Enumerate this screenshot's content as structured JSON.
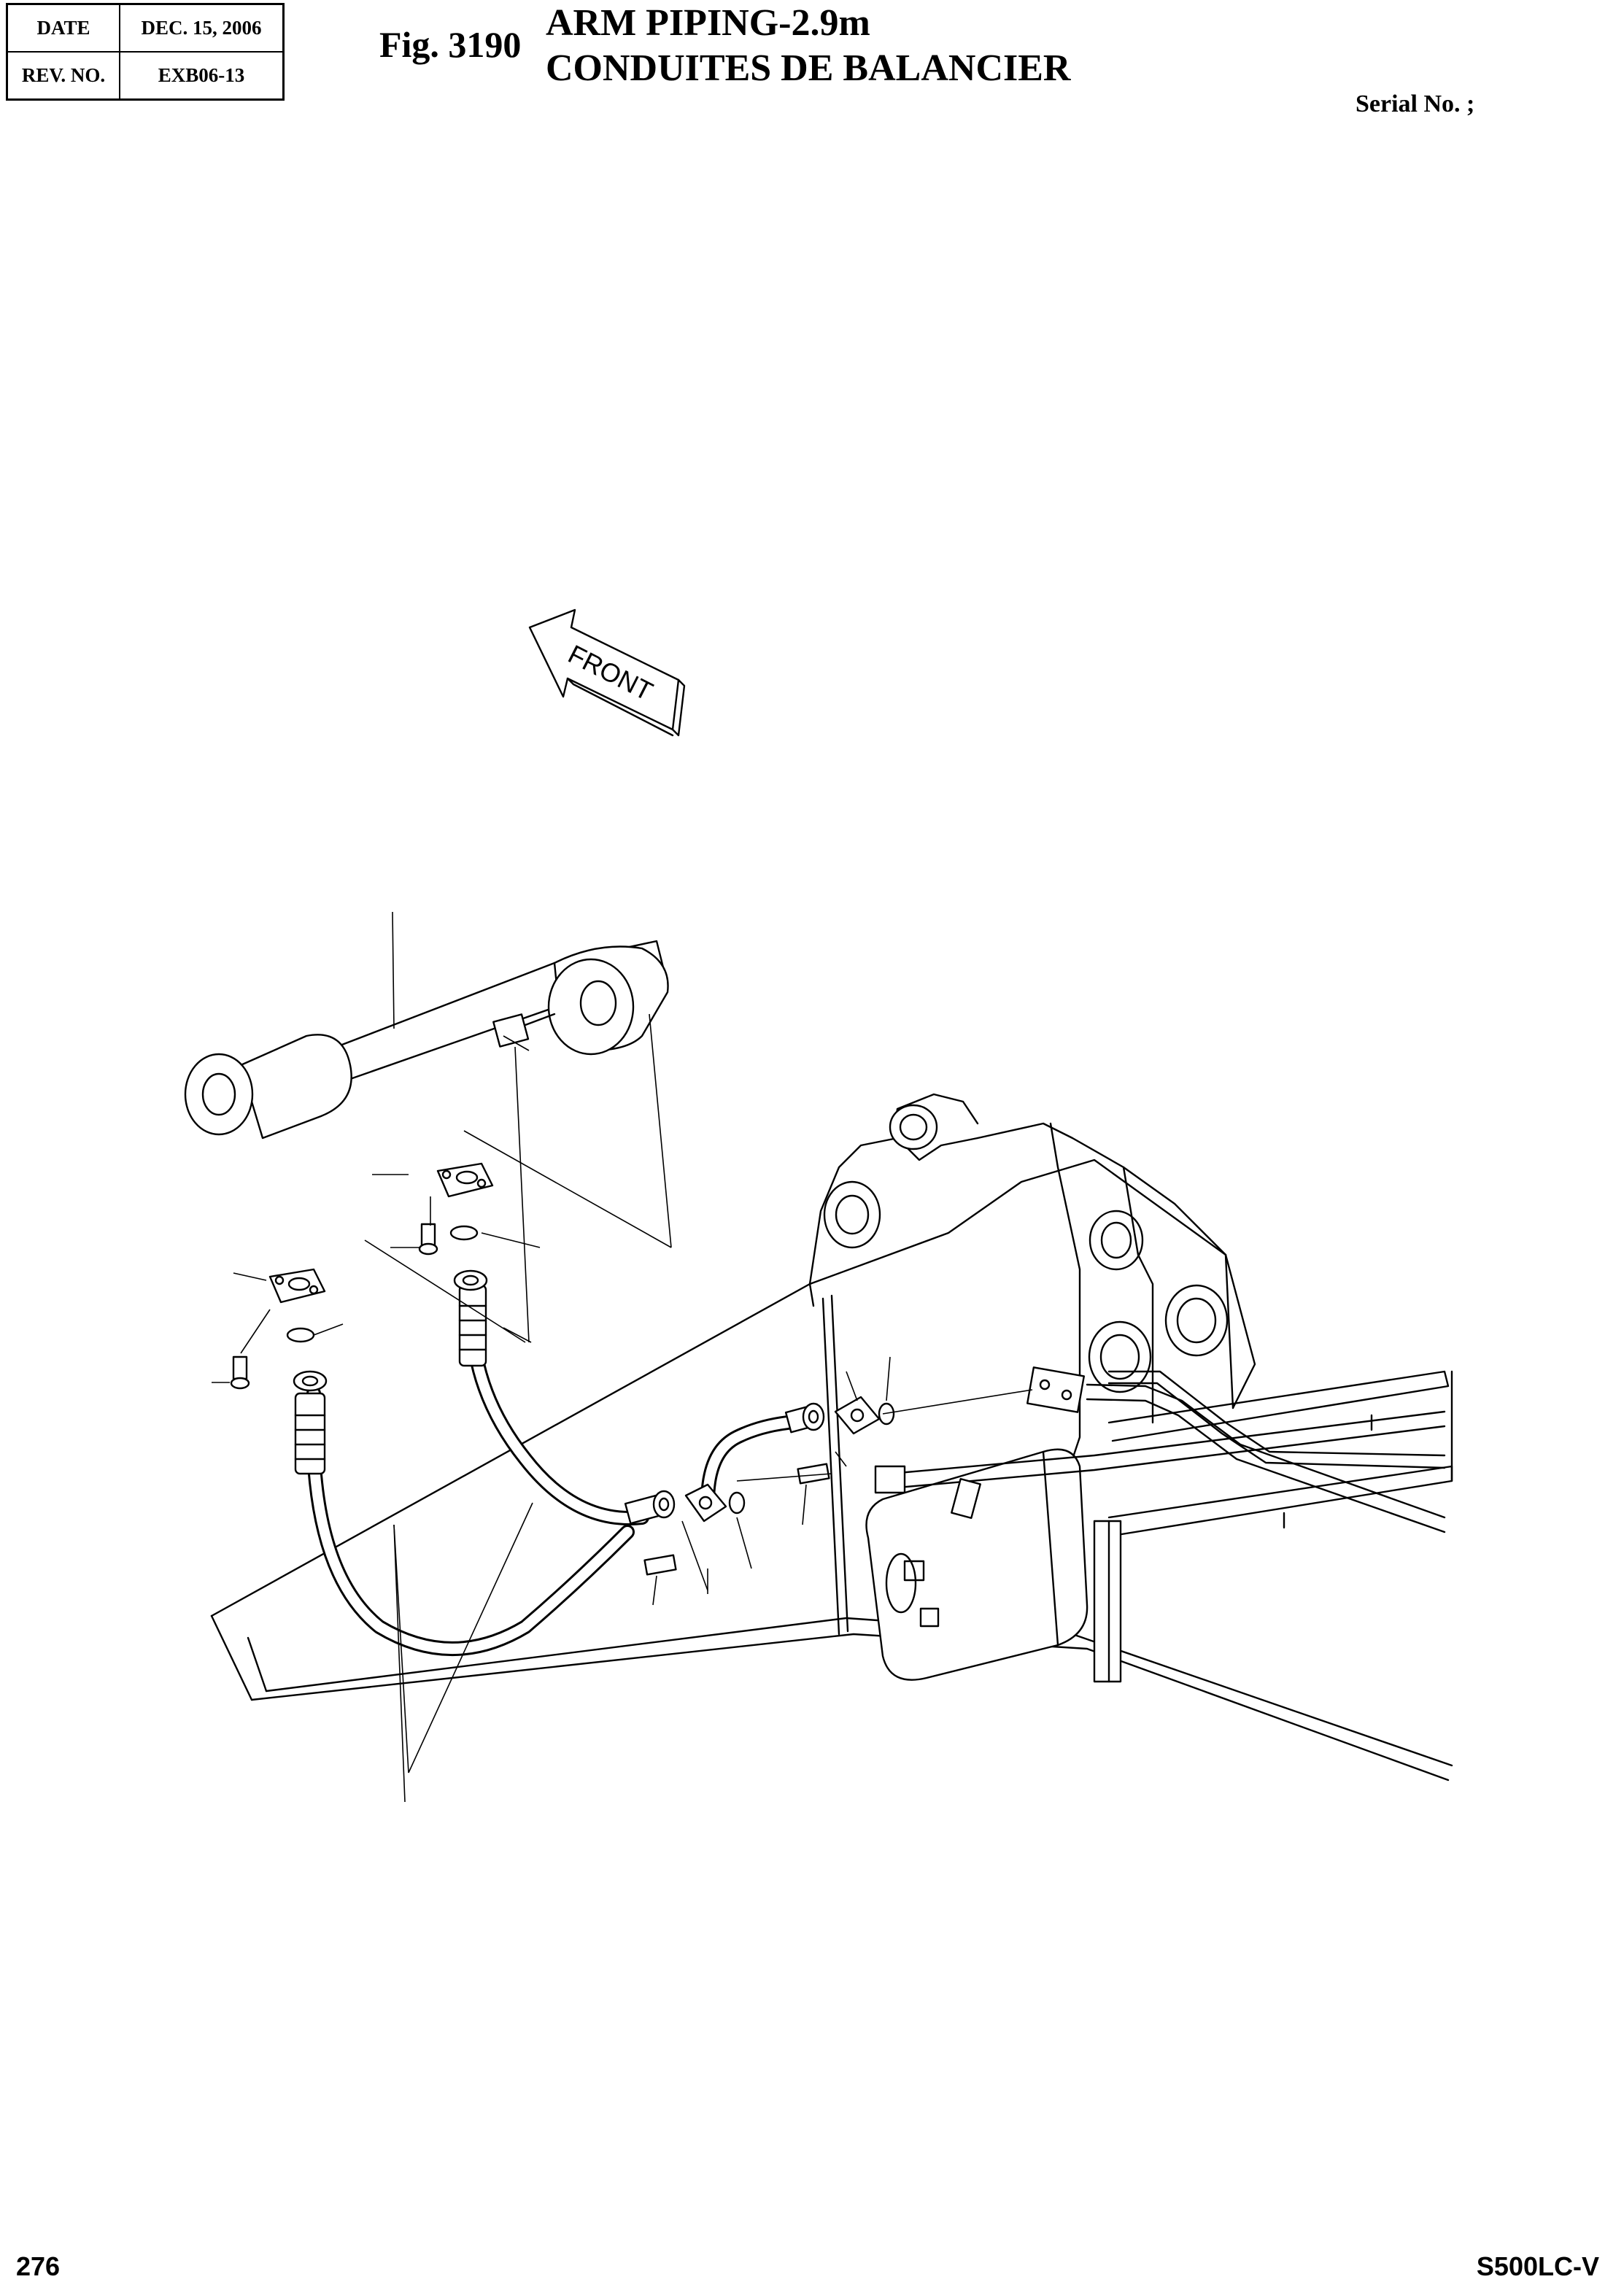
{
  "header": {
    "date_label": "DATE",
    "date_value": "DEC. 15, 2006",
    "rev_label": "REV. NO.",
    "rev_value": "EXB06-13"
  },
  "figure": {
    "number": "Fig. 3190",
    "title_en": "ARM PIPING-2.9m",
    "title_fr": "CONDUITES DE BALANCIER"
  },
  "serial_label": "Serial No. ;",
  "drawing": {
    "direction_label": "FRONT"
  },
  "footer": {
    "page_number": "276",
    "model": "S500LC-V"
  }
}
